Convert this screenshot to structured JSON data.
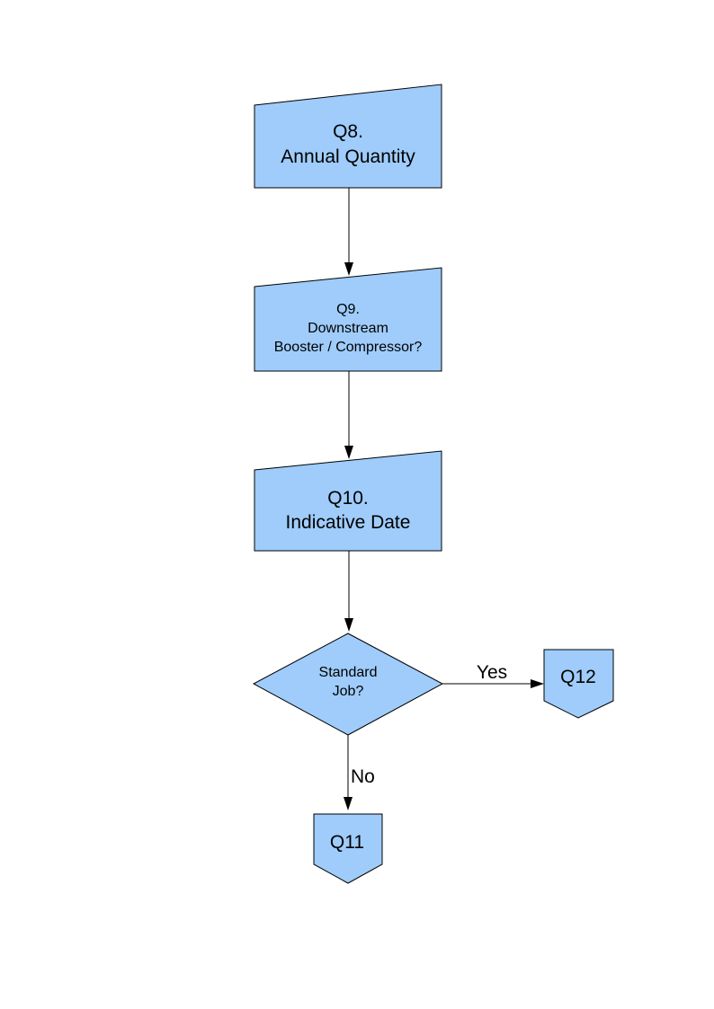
{
  "colors": {
    "shape_fill": "#9FCCFA",
    "shape_border": "#000000",
    "connector": "#000000",
    "text": "#000000",
    "page_background": "#FFFFFF"
  },
  "flowchart": {
    "nodes": [
      {
        "id": "q8",
        "type": "manual-input",
        "lines": [
          "Q8.",
          "Annual Quantity"
        ]
      },
      {
        "id": "q9",
        "type": "manual-input",
        "lines": [
          "Q9.",
          "Downstream",
          "Booster / Compressor?"
        ]
      },
      {
        "id": "q10",
        "type": "manual-input",
        "lines": [
          "Q10.",
          "Indicative Date"
        ]
      },
      {
        "id": "standard-job",
        "type": "decision",
        "lines": [
          "Standard",
          "Job?"
        ]
      },
      {
        "id": "q12",
        "type": "off-page-connector",
        "lines": [
          "Q12"
        ]
      },
      {
        "id": "q11",
        "type": "off-page-connector",
        "lines": [
          "Q11"
        ]
      }
    ],
    "connectors": [
      {
        "from": "q8",
        "to": "q9",
        "label": ""
      },
      {
        "from": "q9",
        "to": "q10",
        "label": ""
      },
      {
        "from": "q10",
        "to": "standard-job",
        "label": ""
      },
      {
        "from": "standard-job",
        "to": "q12",
        "label": "Yes"
      },
      {
        "from": "standard-job",
        "to": "q11",
        "label": "No"
      }
    ]
  }
}
